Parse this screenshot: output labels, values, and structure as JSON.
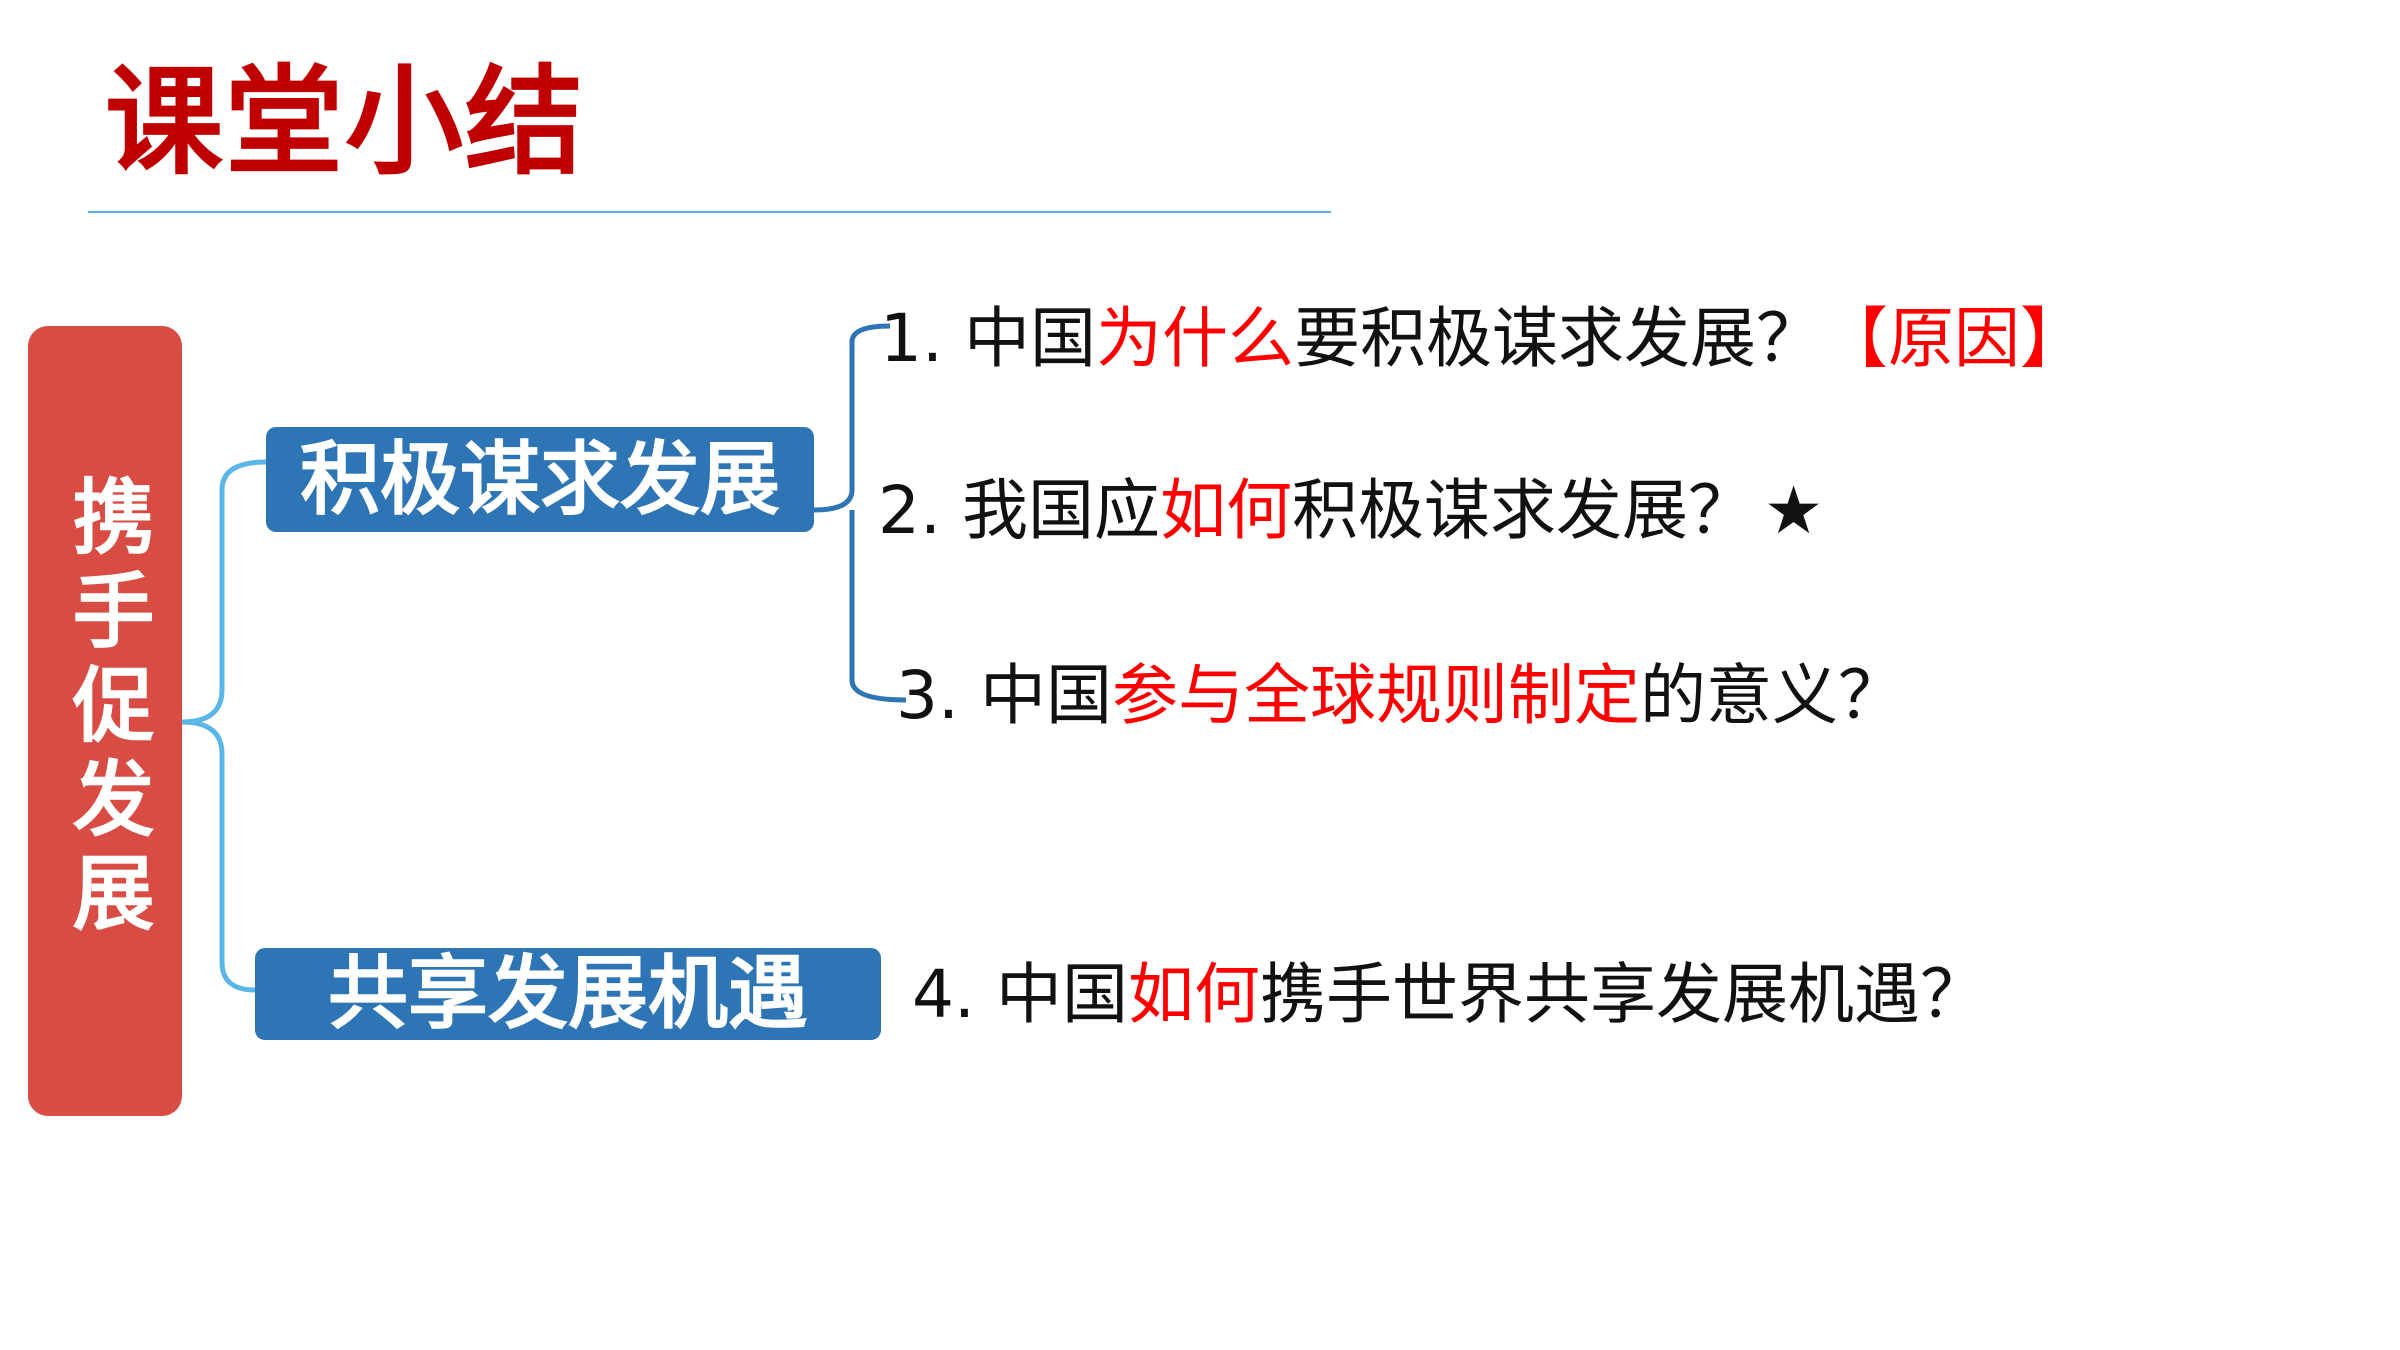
{
  "title": "课堂小结",
  "root": "携手促发展",
  "branches": {
    "b1": "积极谋求发展",
    "b2": "共享发展机遇"
  },
  "questions": {
    "q1": {
      "num": "1.",
      "pre": "中国",
      "hl": "为什么",
      "post": "要积极谋求发展？",
      "tag": "【原因】"
    },
    "q2": {
      "num": "2.",
      "pre": "我国应",
      "hl": "如何",
      "post": "积极谋求发展？",
      "mark": "★"
    },
    "q3": {
      "num": "3.",
      "pre": "中国",
      "hl": "参与全球规则制定",
      "post": "的意义？"
    },
    "q4": {
      "num": "4.",
      "pre": "中国",
      "hl": "如何",
      "post": "携手世界共享发展机遇？"
    }
  },
  "colors": {
    "title": "#c00000",
    "root_box": "#d94c44",
    "branch_box": "#2e75b6",
    "highlight": "#ff0000",
    "connector_light": "#5bb6e8",
    "connector_dark": "#2e75b6"
  }
}
